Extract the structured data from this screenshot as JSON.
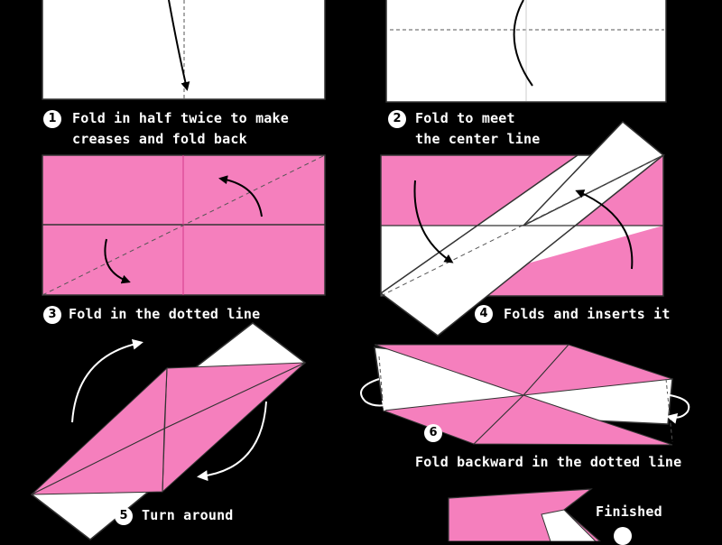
{
  "colors": {
    "background": "#000000",
    "paper": "#ffffff",
    "pink": "#f57fbd",
    "line": "#333333",
    "text": "#ffffff"
  },
  "steps": [
    {
      "number": "1",
      "lines": [
        "Fold in half twice to make",
        "creases and fold back"
      ]
    },
    {
      "number": "2",
      "lines": [
        "Fold to meet",
        "the center line"
      ]
    },
    {
      "number": "3",
      "lines": [
        "Fold in the dotted line"
      ]
    },
    {
      "number": "4",
      "lines": [
        "Folds and inserts it"
      ]
    },
    {
      "number": "5",
      "lines": [
        "Turn around"
      ]
    },
    {
      "number": "6",
      "lines": [
        "Fold backward in the dotted line"
      ]
    },
    {
      "number": "",
      "lines": [
        "Finished"
      ]
    }
  ],
  "icons": [
    "curved-arrow-icon",
    "turn-around-arrow-icon",
    "fold-back-arrow-icon"
  ]
}
